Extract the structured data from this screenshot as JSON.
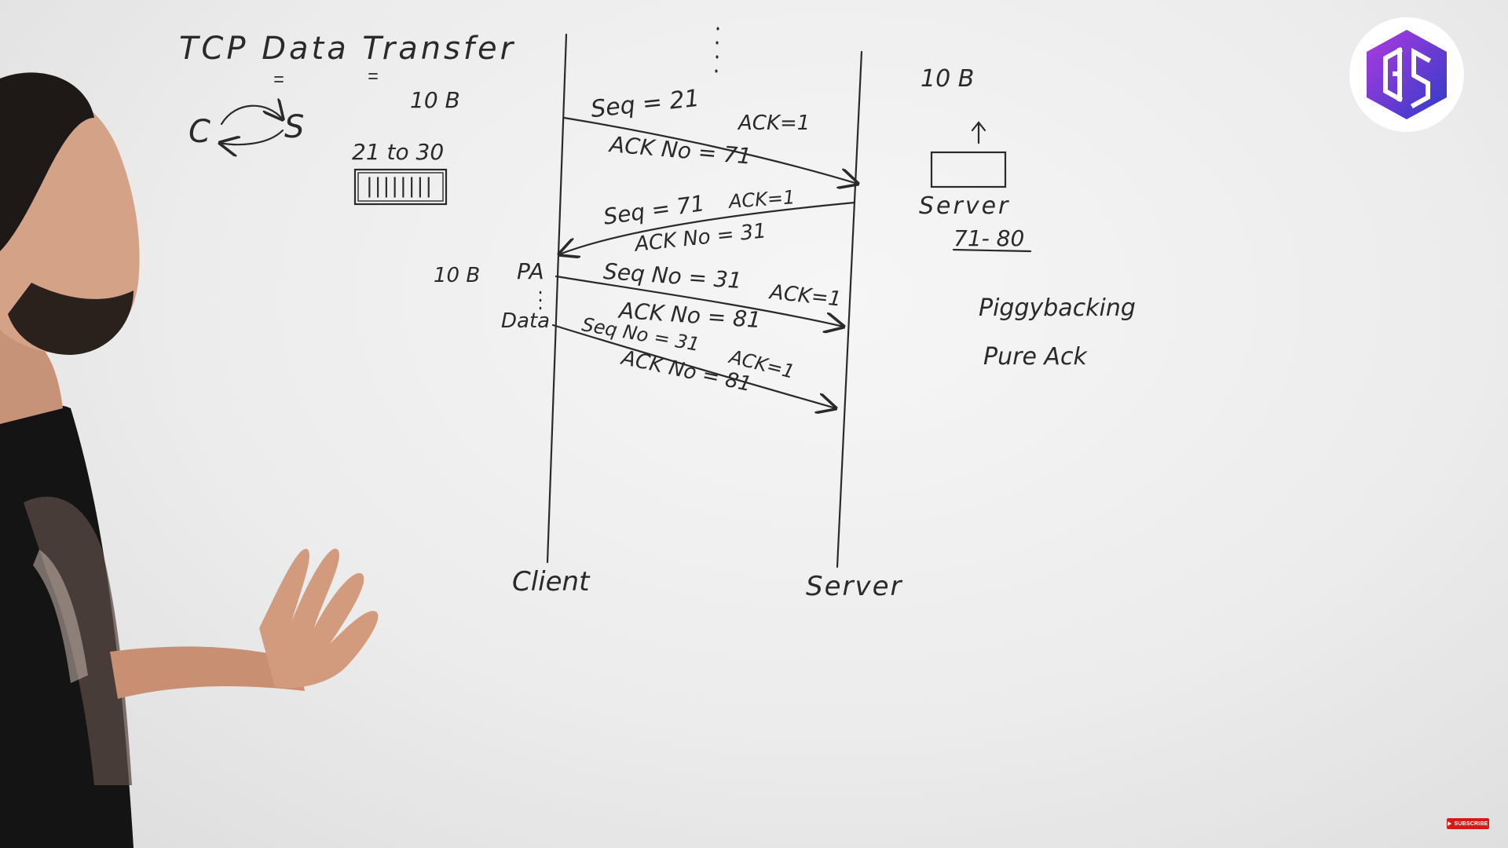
{
  "board": {
    "title": "TCP Data Transfer",
    "client_short": "C",
    "server_short": "S",
    "size_top": "10 B",
    "byte_range": "21 to 30",
    "buffer_marks": "||||||||",
    "size_mid": "10 B",
    "pa_label": "PA",
    "data_label": "Data",
    "client_label": "Client",
    "server_label": "Server",
    "right_size": "10 B",
    "server_box_label": "Server",
    "server_range": "71- 80",
    "term_piggy": "Piggybacking",
    "term_pure": "Pure Ack"
  },
  "arrows": [
    {
      "seq": "Seq = 21",
      "ack": "ACK=1",
      "ack_no": "ACK No = 71"
    },
    {
      "seq": "Seq = 71",
      "ack": "ACK=1",
      "ack_no": "ACK No = 31"
    },
    {
      "seq": "Seq No = 31",
      "ack": "ACK=1",
      "ack_no": "ACK No = 81"
    },
    {
      "seq": "Seq No = 31",
      "ack": "ACK=1",
      "ack_no": "ACK No = 81"
    }
  ],
  "channel": {
    "subscribe_label": "SUBSCRIBE"
  },
  "colors": {
    "ink": "#2a2a2a",
    "board": "#ececec",
    "logo_purple": "#6a2fd6",
    "logo_blue": "#3a3fd0",
    "subscribe_red": "#d61a1a"
  }
}
